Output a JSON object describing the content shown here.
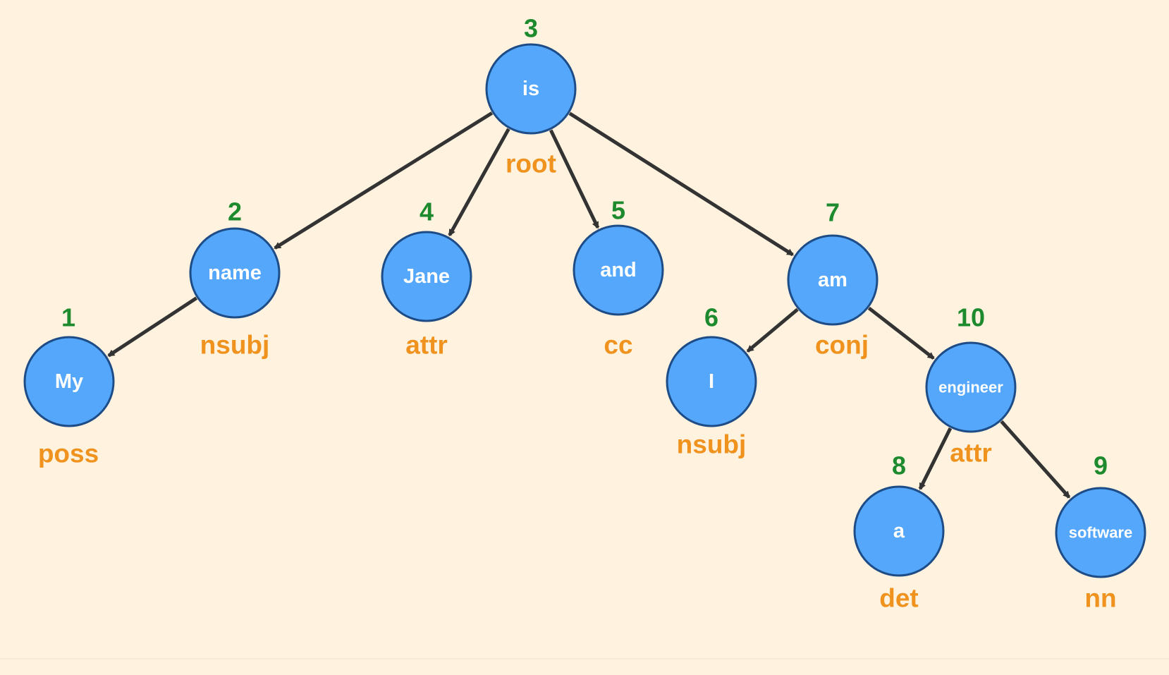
{
  "colors": {
    "background": "#fff3e0",
    "node_fill": "#54a7fb",
    "node_stroke": "#1d4c86",
    "edge": "#333333",
    "index_text": "#1e8a2e",
    "label_text": "#f0921e",
    "word_text": "#ffffff"
  },
  "tree": {
    "nodes": [
      {
        "id": 1,
        "index": "1",
        "word": "My",
        "label": "poss"
      },
      {
        "id": 2,
        "index": "2",
        "word": "name",
        "label": "nsubj"
      },
      {
        "id": 3,
        "index": "3",
        "word": "is",
        "label": "root"
      },
      {
        "id": 4,
        "index": "4",
        "word": "Jane",
        "label": "attr"
      },
      {
        "id": 5,
        "index": "5",
        "word": "and",
        "label": "cc"
      },
      {
        "id": 6,
        "index": "6",
        "word": "I",
        "label": "nsubj"
      },
      {
        "id": 7,
        "index": "7",
        "word": "am",
        "label": "conj"
      },
      {
        "id": 8,
        "index": "8",
        "word": "a",
        "label": "det"
      },
      {
        "id": 9,
        "index": "9",
        "word": "software",
        "label": "nn"
      },
      {
        "id": 10,
        "index": "10",
        "word": "engineer",
        "label": "attr"
      }
    ],
    "edges": [
      {
        "from": 3,
        "to": 2
      },
      {
        "from": 3,
        "to": 4
      },
      {
        "from": 3,
        "to": 5
      },
      {
        "from": 3,
        "to": 7
      },
      {
        "from": 2,
        "to": 1
      },
      {
        "from": 7,
        "to": 6
      },
      {
        "from": 7,
        "to": 10
      },
      {
        "from": 10,
        "to": 8
      },
      {
        "from": 10,
        "to": 9
      }
    ]
  }
}
